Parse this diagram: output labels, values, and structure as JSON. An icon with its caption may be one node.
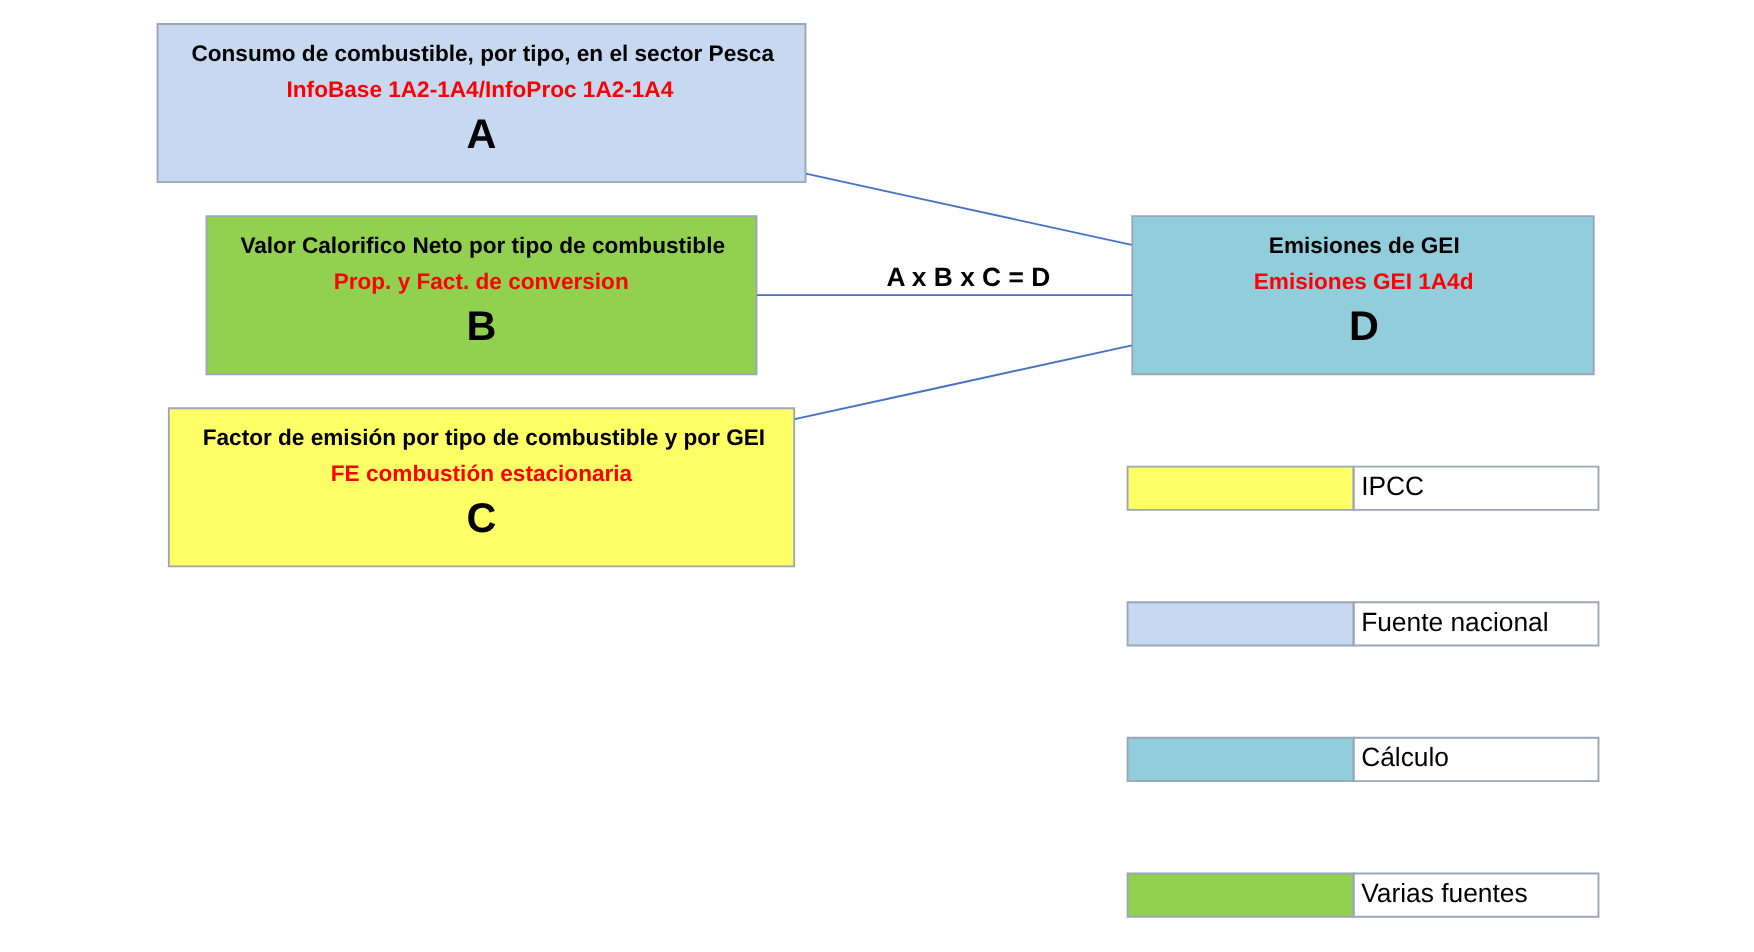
{
  "diagram": {
    "nodes": [
      {
        "text": [
          "Consumo de combustible, por tipo, en el sector Pesca",
          "InfoBase 1A2-1A4/InfoProc 1A2-1A4",
          "A"
        ]
      },
      {
        "text": [
          "Valor Calorifico Neto por tipo de combustible",
          "Prop. y Fact. de conversion",
          "B"
        ]
      },
      {
        "text": [
          "Factor de emisión por tipo de combustible y por GEI",
          "FE combustión estacionaria",
          "C"
        ]
      },
      {
        "text": [
          "Emisiones de GEI",
          "Emisiones GEI 1A4d",
          "D"
        ]
      }
    ],
    "edges": [
      {
        "from": 0,
        "to": 3,
        "arrow": "none"
      },
      {
        "from": 1,
        "to": 3,
        "arrow": "none",
        "label": "A x B x C = D"
      },
      {
        "from": 2,
        "to": 3,
        "arrow": "none"
      }
    ],
    "legend": [
      {
        "text": "IPCC",
        "color": "#ffff66"
      },
      {
        "text": "Fuente nacional",
        "color": "#c6d9f1"
      },
      {
        "text": "Cálculo",
        "color": "#92cddc"
      },
      {
        "text": "Varias fuentes",
        "color": "#92d050"
      }
    ]
  }
}
